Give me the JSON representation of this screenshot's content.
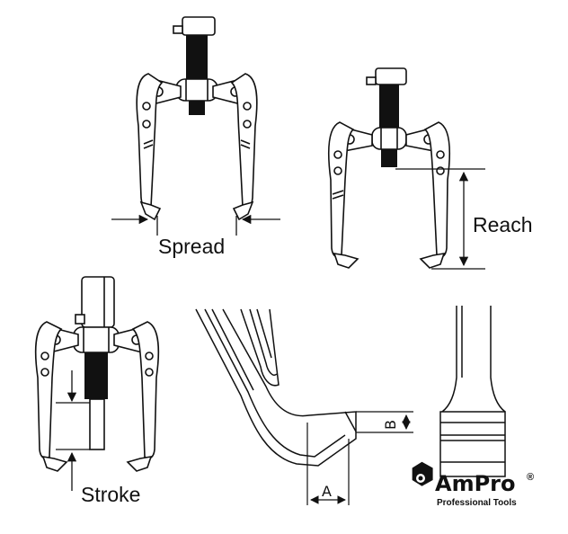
{
  "labels": {
    "spread": "Spread",
    "reach": "Reach",
    "stroke": "Stroke",
    "dim_a": "A",
    "dim_b": "B"
  },
  "logo": {
    "brand": "AmPro",
    "registered": "®",
    "tagline": "Professional Tools"
  },
  "colors": {
    "ink": "#111111",
    "paper": "#ffffff"
  }
}
